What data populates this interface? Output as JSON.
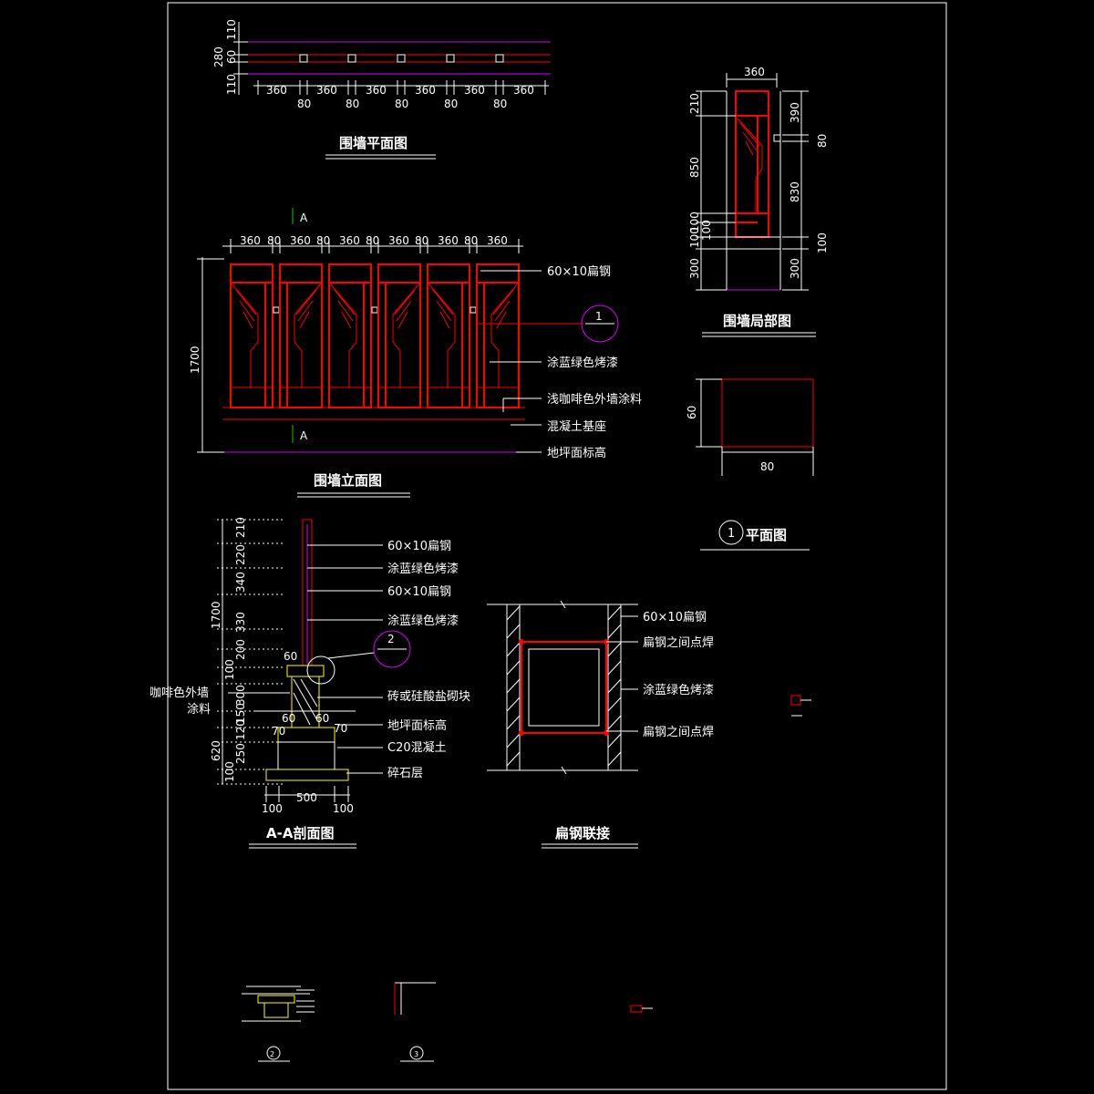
{
  "plan": {
    "title": "围墙平面图",
    "dims_left": [
      "110",
      "280",
      "60",
      "110"
    ],
    "dims_top": [
      "360",
      "360",
      "360",
      "360",
      "360",
      "360"
    ],
    "dims_80": [
      "80",
      "80",
      "80",
      "80",
      "80"
    ]
  },
  "elevation": {
    "title": "围墙立面图",
    "section_mark": "A",
    "dims_top": [
      "360",
      "80",
      "360",
      "80",
      "360",
      "80",
      "360",
      "80",
      "360",
      "80",
      "360"
    ],
    "height": "1700",
    "labels": [
      "60×10扁钢",
      "涂蓝绿色烤漆",
      "浅咖啡色外墙涂料",
      "混凝土基座",
      "地坪面标高"
    ],
    "callout_num": "1"
  },
  "partial": {
    "title": "围墙局部图",
    "width": "360",
    "dims_left": [
      "210",
      "850",
      "100",
      "100",
      "100",
      "300"
    ],
    "dims_right": [
      "390",
      "80",
      "830",
      "100",
      "300"
    ]
  },
  "plan_detail": {
    "title": "平面图",
    "num": "1",
    "dim_h": "60",
    "dim_w": "80"
  },
  "section": {
    "title": "A-A剖面图",
    "dims_left": [
      "210",
      "220",
      "340",
      "330",
      "200",
      "100",
      "300",
      "150",
      "120",
      "250",
      "100"
    ],
    "total_top": "1700",
    "total_bottom": "620",
    "labels": [
      "60×10扁钢",
      "涂蓝绿色烤漆",
      "60×10扁钢",
      "涂蓝绿色烤漆",
      "砖或硅酸盐砌块",
      "地坪面标高",
      "C20混凝土",
      "碎石层"
    ],
    "left_label_1": "咖啡色外墙",
    "left_label_2": "涂料",
    "small_dims": [
      "60",
      "70",
      "60",
      "60",
      "70"
    ],
    "bottom_dims": [
      "100",
      "500",
      "100"
    ],
    "callout_num": "2"
  },
  "connection": {
    "title": "扁钢联接",
    "labels": [
      "60×10扁钢",
      "扁钢之间点焊",
      "涂蓝绿色烤漆",
      "扁钢之间点焊"
    ]
  },
  "small_details": {
    "num2": "2",
    "num3": "3"
  }
}
